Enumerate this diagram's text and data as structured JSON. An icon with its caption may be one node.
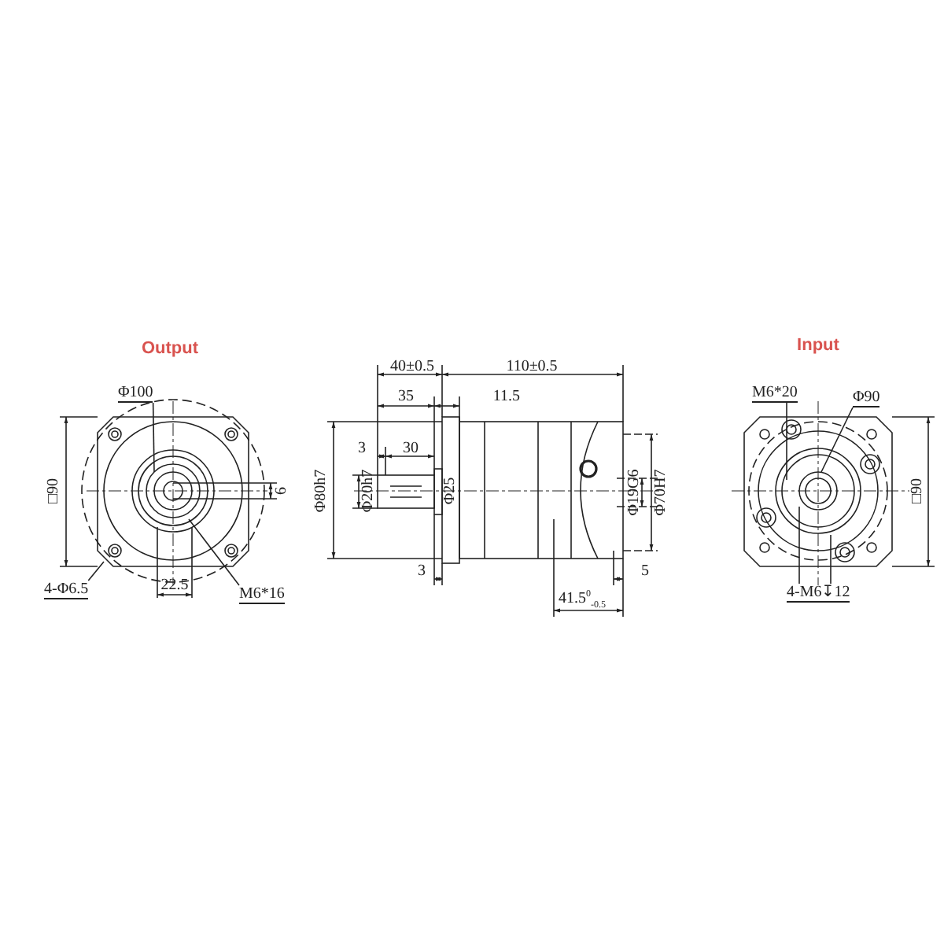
{
  "diagram": {
    "nodes": [
      {
        "text": [
          "Φ100"
        ]
      },
      {
        "text": [
          "4-Φ6.5"
        ]
      },
      {
        "text": [
          "M6*16"
        ]
      },
      {
        "text": [
          "M6*20"
        ]
      },
      {
        "text": [
          "Φ90"
        ]
      },
      {
        "text": [
          "4-M6↧12"
        ]
      }
    ],
    "edges": [
      {
        "from": 0,
        "to": null,
        "arrow": "none"
      },
      {
        "from": 1,
        "to": null,
        "arrow": "none"
      },
      {
        "from": 2,
        "to": null,
        "arrow": "none"
      },
      {
        "from": 3,
        "to": null,
        "arrow": "none"
      },
      {
        "from": 4,
        "to": null,
        "arrow": "none"
      },
      {
        "from": 5,
        "to": null,
        "arrow": "none"
      },
      {
        "from": 5,
        "to": null,
        "arrow": "none"
      }
    ],
    "labels": [
      "Output",
      "Input",
      "40±0.5",
      "110±0.5",
      "35",
      "11.5",
      "3",
      "30",
      "□90",
      "Φ80h7",
      "Φ20h7",
      "Φ25",
      "6",
      "Φ19G6",
      "Φ70H7",
      "□90",
      "22.5",
      "3",
      "5",
      "41.5$^{0}$$_{-0.5}$"
    ]
  }
}
